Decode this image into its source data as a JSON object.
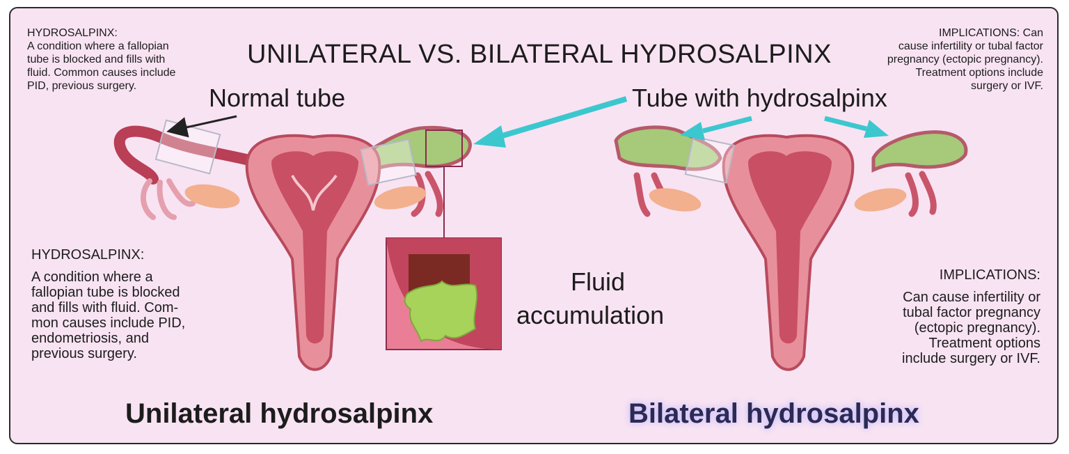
{
  "title": "UNILATERAL VS. BILATERAL HYDROSALPINX",
  "top_left": {
    "heading": "HYDROSALPINX:",
    "lines": [
      "A condition where a fallopian",
      "tube is blocked and fills with",
      "fluid. Common causes include",
      "PID, previous surgery."
    ]
  },
  "top_right": {
    "lines": [
      "IMPLICATIONS: Can",
      "cause infertility or tubal factor",
      "pregnancy (ectopic pregnancy).",
      "Treatment options include",
      "surgery or IVF."
    ]
  },
  "labels": {
    "normal_tube": "Normal tube",
    "tube_with_hydrosalpinx": "Tube with hydrosalpinx",
    "fluid_line1": "Fluid",
    "fluid_line2": "accumulation"
  },
  "bottom_left_box": {
    "heading": "HYDROSALPINX:",
    "lines": [
      "A condition where a",
      "fallopian tube is blocked",
      "and fills with fluid. Com-",
      "mon causes include PID,",
      "endometriosis, and",
      "previous surgery."
    ]
  },
  "bottom_right_box": {
    "heading": "IMPLICATIONS:",
    "lines": [
      "Can cause infertility or",
      "tubal factor pregnancy",
      "(ectopic pregnancy).",
      "Treatment options",
      "include surgery or IVF."
    ]
  },
  "captions": {
    "unilateral": "Unilateral hydrosalpinx",
    "bilateral": "Bilateral hydrosalpinx"
  },
  "colors": {
    "background": "#f8e3f3",
    "uterus": "#c94f64",
    "fluid": "#a6c97a",
    "arrow": "#3cc7cf",
    "bilateral_caption": "#2b2a55"
  }
}
